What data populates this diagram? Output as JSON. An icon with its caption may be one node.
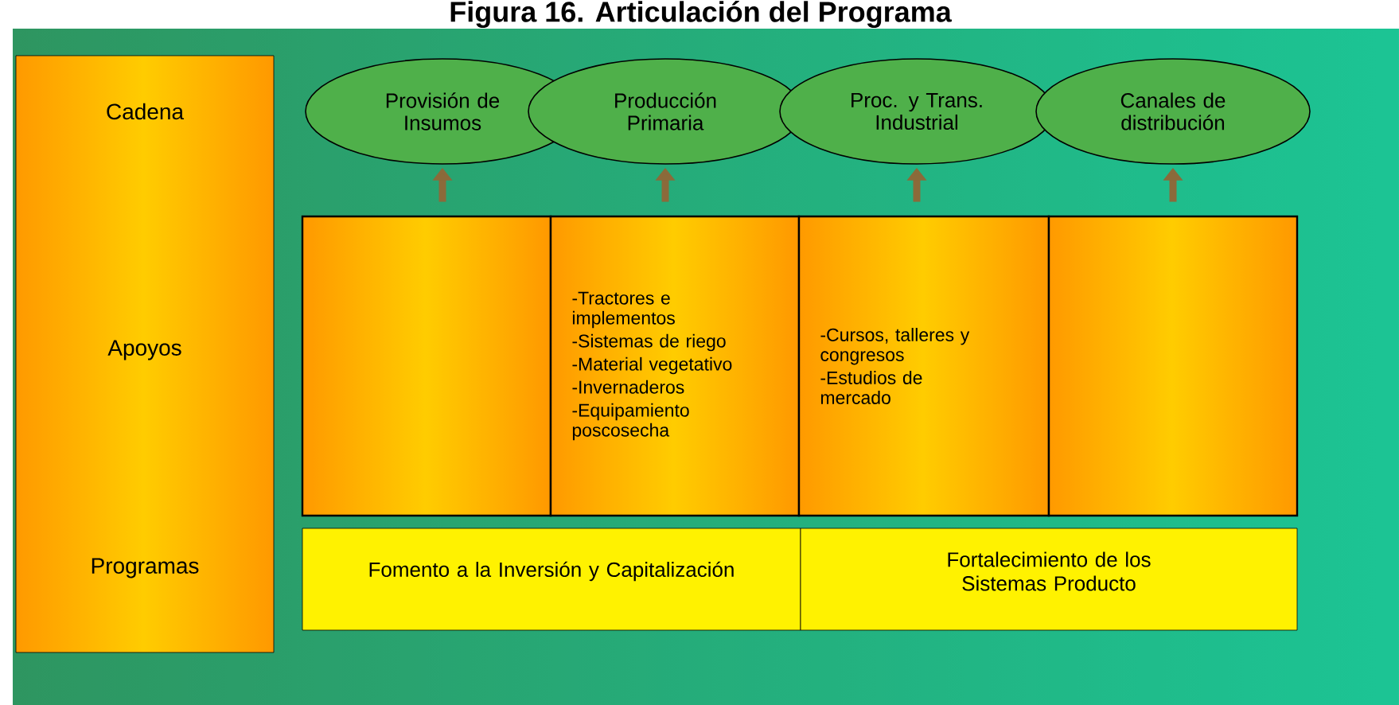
{
  "diagram": {
    "title": "Figura 16. Articulación del Programa",
    "nodes": [
      {
        "text": [
          "Cadena",
          "Apoyos",
          "Programas"
        ]
      },
      {
        "text": [
          "Provisión de Insumos"
        ]
      },
      {
        "text": [
          "Producción Primaria"
        ]
      },
      {
        "text": [
          "Proc. y Trans. Industrial"
        ]
      },
      {
        "text": [
          "Canales de distribución"
        ]
      },
      {
        "text": [],
        "shape": "box"
      },
      {
        "text": [
          "-Tractores e implementos",
          "-Sistemas de riego",
          "-Material vegetativo",
          "-Invernaderos",
          "-Equipamiento poscosecha"
        ]
      },
      {
        "text": [
          "-Cursos, talleres y congresos",
          "-Estudios de mercado"
        ]
      },
      {
        "text": [],
        "shape": "box"
      },
      {
        "text": [
          "Fomento a la Inversión y Capitalización"
        ]
      },
      {
        "text": [
          "Fortalecimiento de los Sistemas Producto"
        ]
      }
    ],
    "edges": [
      {
        "from": 5,
        "to": 1,
        "arrow": "to"
      },
      {
        "from": 6,
        "to": 2,
        "arrow": "to"
      },
      {
        "from": 7,
        "to": 3,
        "arrow": "to"
      },
      {
        "from": 8,
        "to": 4,
        "arrow": "to"
      }
    ]
  }
}
